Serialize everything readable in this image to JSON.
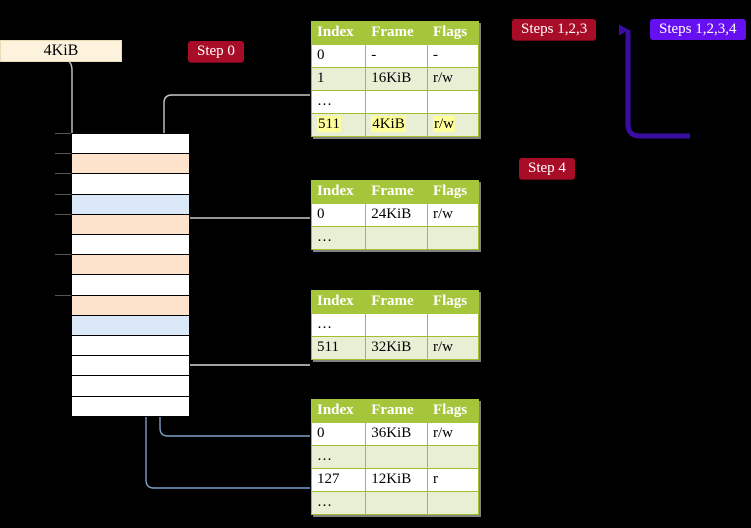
{
  "diagram": {
    "title_hidden": "",
    "callout": {
      "label": "4KiB"
    },
    "badges": [
      {
        "name": "step-0",
        "label": "Step 0",
        "color": "#a80d28",
        "style": "red"
      },
      {
        "name": "steps-1-2-3",
        "label": "Steps 1,2,3",
        "color": "#a80d28",
        "style": "red"
      },
      {
        "name": "steps-1-2-3-4",
        "label": "Steps 1,2,3,4",
        "color": "#6610f2",
        "style": "purple"
      },
      {
        "name": "step-4",
        "label": "Step 4",
        "color": "#a80d28",
        "style": "red"
      }
    ],
    "columns": [
      "Index",
      "Frame",
      "Flags"
    ],
    "tables": [
      {
        "name": "page-table-level-4",
        "rows": [
          {
            "index": "0",
            "frame": "-",
            "flags": "-",
            "shade": "plain",
            "highlight": false
          },
          {
            "index": "1",
            "frame": "16KiB",
            "flags": "r/w",
            "shade": "alt",
            "highlight": false
          },
          {
            "index": "…",
            "frame": "",
            "flags": "",
            "shade": "plain",
            "highlight": false
          },
          {
            "index": "511",
            "frame": "4KiB",
            "flags": "r/w",
            "shade": "alt",
            "highlight": true
          }
        ]
      },
      {
        "name": "page-table-level-3",
        "rows": [
          {
            "index": "0",
            "frame": "24KiB",
            "flags": "r/w",
            "shade": "plain",
            "highlight": false
          },
          {
            "index": "…",
            "frame": "",
            "flags": "",
            "shade": "alt",
            "highlight": false
          }
        ]
      },
      {
        "name": "page-table-level-2",
        "rows": [
          {
            "index": "…",
            "frame": "",
            "flags": "",
            "shade": "plain",
            "highlight": false
          },
          {
            "index": "511",
            "frame": "32KiB",
            "flags": "r/w",
            "shade": "alt",
            "highlight": false
          }
        ]
      },
      {
        "name": "page-table-level-1",
        "rows": [
          {
            "index": "0",
            "frame": "36KiB",
            "flags": "r/w",
            "shade": "plain",
            "highlight": false
          },
          {
            "index": "…",
            "frame": "",
            "flags": "",
            "shade": "alt",
            "highlight": false
          },
          {
            "index": "127",
            "frame": "12KiB",
            "flags": "r",
            "shade": "plain",
            "highlight": false
          },
          {
            "index": "…",
            "frame": "",
            "flags": "",
            "shade": "alt",
            "highlight": false
          }
        ]
      }
    ],
    "memory_blocks": [
      {
        "name": "mem-block-0",
        "fill": "white"
      },
      {
        "name": "mem-block-1",
        "fill": "orange"
      },
      {
        "name": "mem-block-2",
        "fill": "white"
      },
      {
        "name": "mem-block-3",
        "fill": "blue"
      },
      {
        "name": "mem-block-4",
        "fill": "orange"
      },
      {
        "name": "mem-block-5",
        "fill": "white"
      },
      {
        "name": "mem-block-6",
        "fill": "orange"
      },
      {
        "name": "mem-block-7",
        "fill": "white"
      },
      {
        "name": "mem-block-8",
        "fill": "orange"
      },
      {
        "name": "mem-block-9",
        "fill": "blue"
      },
      {
        "name": "mem-block-10",
        "fill": "white"
      },
      {
        "name": "mem-block-11",
        "fill": "white"
      },
      {
        "name": "mem-block-12",
        "fill": "white"
      },
      {
        "name": "mem-block-13",
        "fill": "white"
      }
    ],
    "colors": {
      "header_green": "#a5c63b",
      "row_alt": "#e9efd4",
      "highlight_yellow": "#ffff99",
      "badge_red": "#a80d28",
      "badge_purple": "#6610f2",
      "memory_orange": "#fde2cc",
      "memory_blue": "#dbe8f7",
      "callout_bg": "#fdf3dc",
      "arrow_gray": "#bdbdbd",
      "arrow_blue": "#7a9ec8"
    }
  }
}
